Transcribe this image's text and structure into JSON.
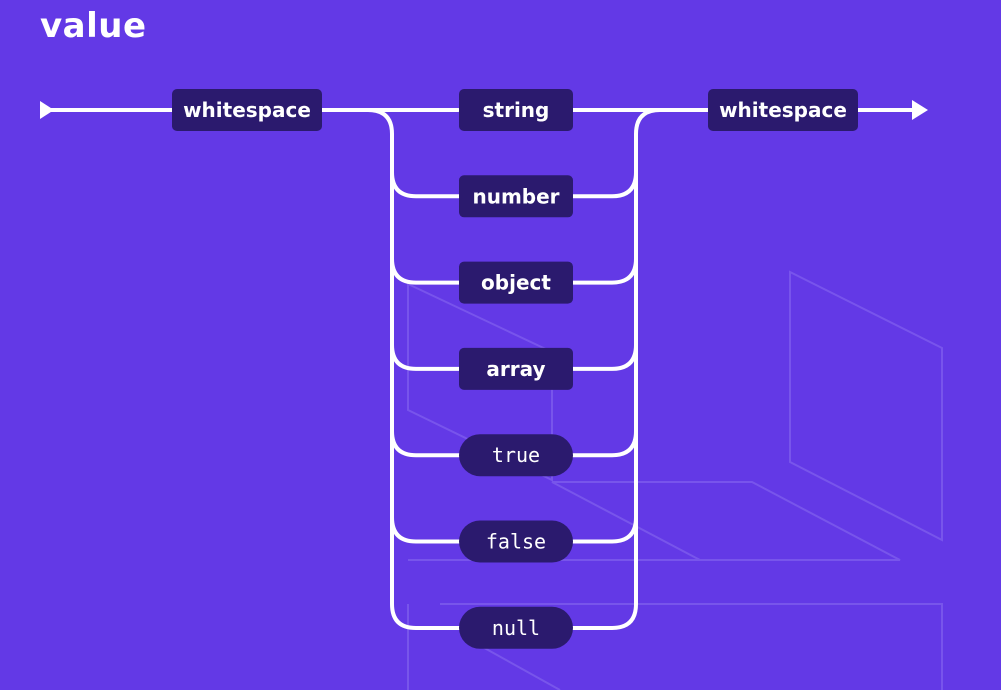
{
  "diagram": {
    "title": "value",
    "entry": {
      "label": "whitespace",
      "kind": "rule"
    },
    "exit": {
      "label": "whitespace",
      "kind": "rule"
    },
    "alternatives": [
      {
        "label": "string",
        "kind": "rule"
      },
      {
        "label": "number",
        "kind": "rule"
      },
      {
        "label": "object",
        "kind": "rule"
      },
      {
        "label": "array",
        "kind": "rule"
      },
      {
        "label": "true",
        "kind": "literal"
      },
      {
        "label": "false",
        "kind": "literal"
      },
      {
        "label": "null",
        "kind": "literal"
      }
    ],
    "colors": {
      "background": "#6339e6",
      "box": "#2b1a6e",
      "line": "#ffffff",
      "decoration": "#8a6cf0"
    }
  }
}
